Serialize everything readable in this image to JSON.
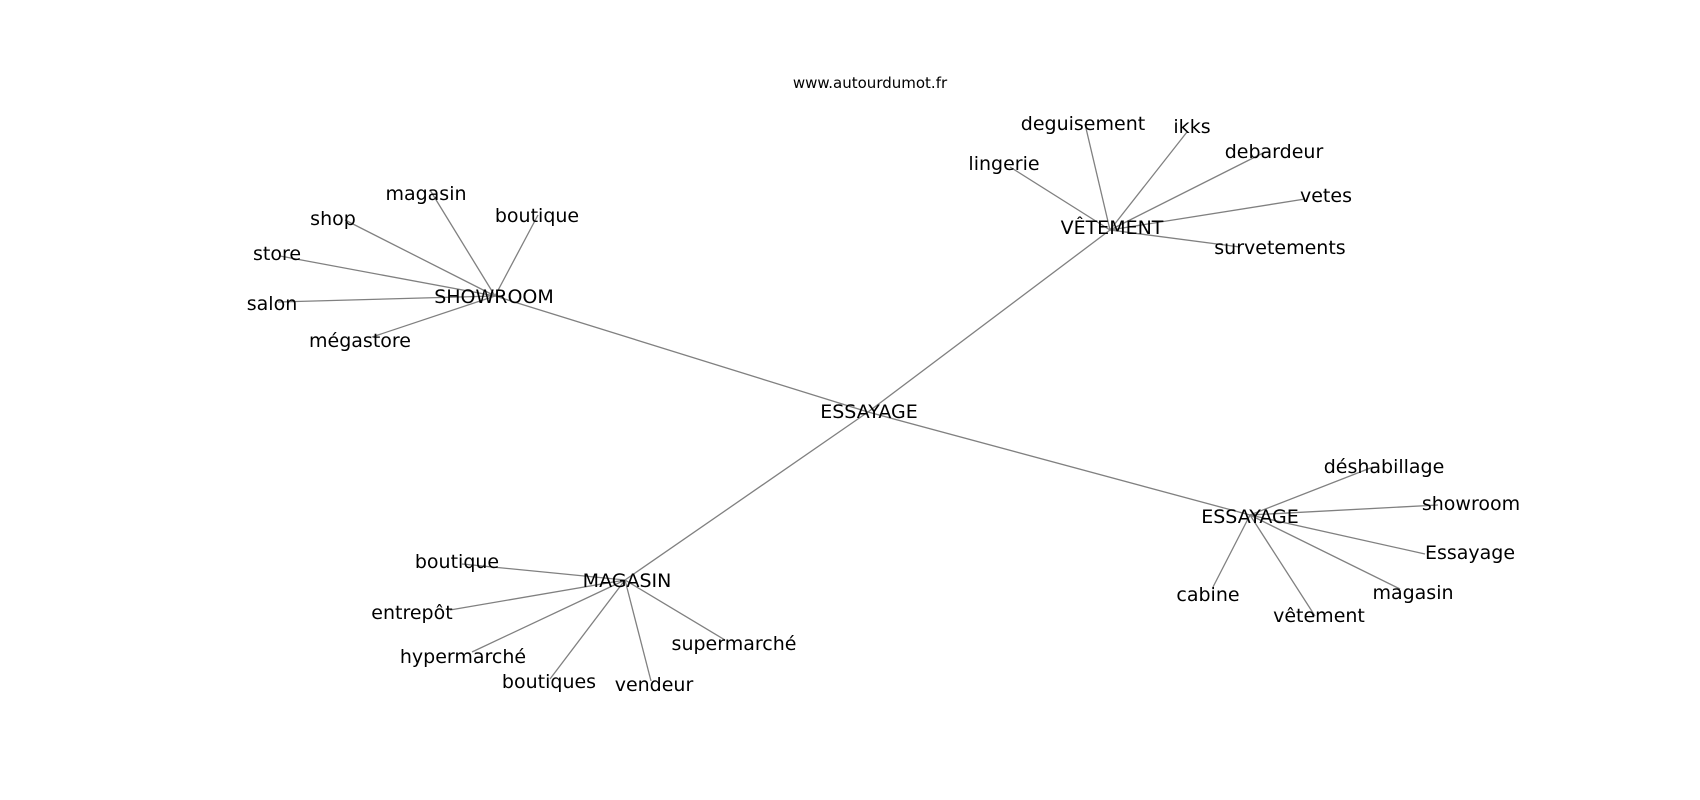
{
  "source": "www.autourdumot.fr",
  "center": {
    "label": "ESSAYAGE"
  },
  "hubs": [
    {
      "label": "SHOWROOM",
      "leaves": [
        "magasin",
        "shop",
        "boutique",
        "store",
        "salon",
        "mégastore"
      ]
    },
    {
      "label": "VÊTEMENT",
      "leaves": [
        "deguisement",
        "ikks",
        "debardeur",
        "lingerie",
        "vetes",
        "survetements"
      ]
    },
    {
      "label": "ESSAYAGE",
      "leaves": [
        "déshabillage",
        "showroom",
        "Essayage",
        "magasin",
        "cabine",
        "vêtement"
      ]
    },
    {
      "label": "MAGASIN",
      "leaves": [
        "boutique",
        "entrepôt",
        "hypermarché",
        "boutiques",
        "vendeur",
        "supermarché"
      ]
    }
  ]
}
